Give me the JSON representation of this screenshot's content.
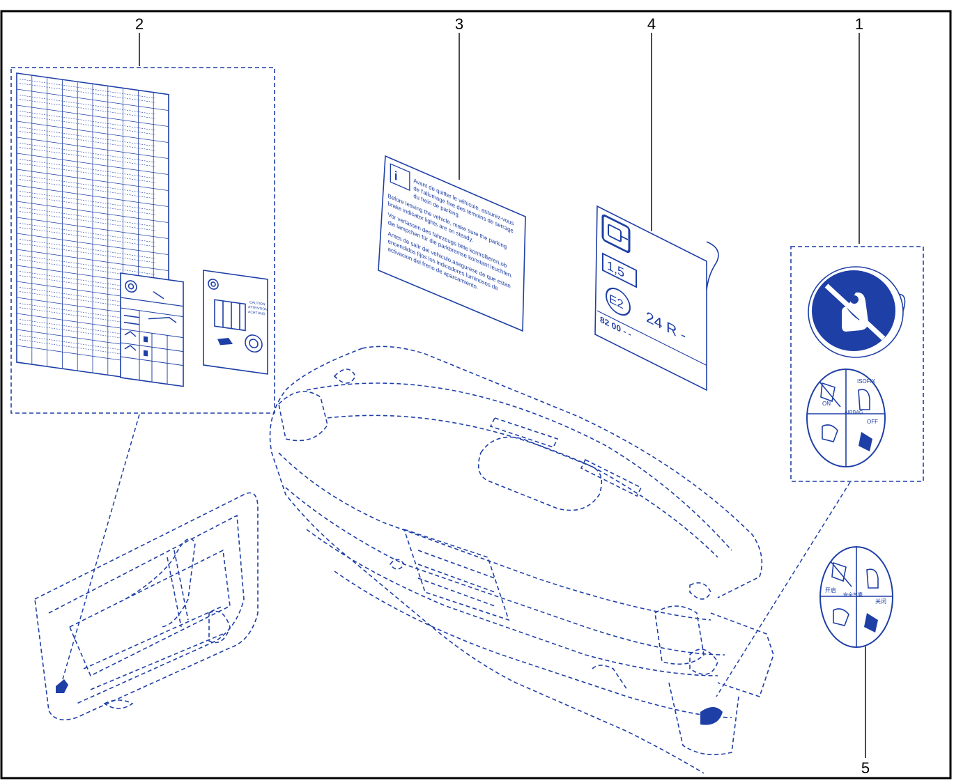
{
  "colors": {
    "line": "#1e3fa6",
    "fill_blue": "#1e3fa6",
    "frame": "#000000",
    "background": "#ffffff"
  },
  "callouts": [
    {
      "id": "c1",
      "text": "1"
    },
    {
      "id": "c2",
      "text": "2"
    },
    {
      "id": "c3",
      "text": "3"
    },
    {
      "id": "c4",
      "text": "4"
    },
    {
      "id": "c5",
      "text": "5"
    }
  ],
  "label3": {
    "lines": [
      "Avant de quitter le véhicule, assurez-vous",
      "de l'allumage fixe des témoins de serrage",
      "du frein de parking.",
      "Before leaving the vehicle, make sure the parking",
      "brake indicator lights are on steady.",
      "Vor verlassen des fahrzeugs bitte kontrollieren,ob",
      "die lampchen für die parkbremse konstant leuchten.",
      "Antes de salir del vehiculo,asegurese de que estan",
      "encendidos fijos los indicadores luminosos de",
      "activacion del freno de aparcamiento."
    ]
  },
  "label4": {
    "value": "1,5",
    "mark": "E2",
    "code": "24 R -",
    "ref": "82 00 - -"
  },
  "label1": {
    "airbag": "AIRBAG",
    "on": "ON",
    "off": "OFF",
    "isofix": "ISOFIX"
  },
  "label5": {
    "on": "开启",
    "airbag": "安全气囊",
    "off": "关闭"
  },
  "label2": {
    "caution": [
      "CAUTION",
      "ATTENTION",
      "ACHTUNG"
    ]
  }
}
